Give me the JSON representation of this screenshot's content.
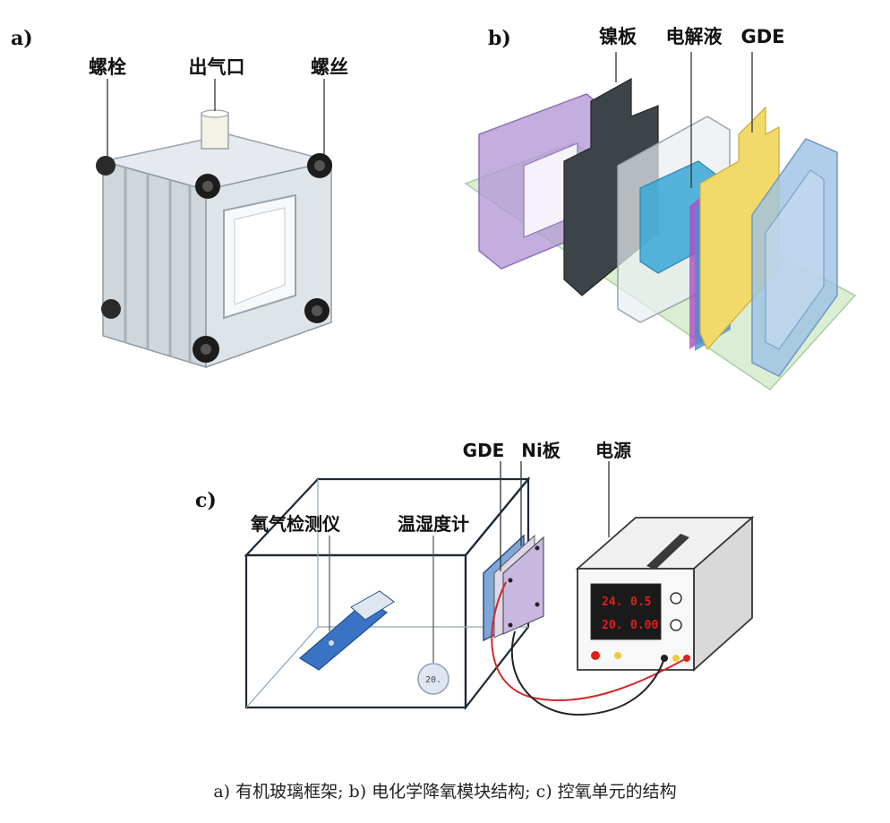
{
  "panel_a": {
    "tag": "a)",
    "labels": {
      "bolt": "螺栓",
      "outlet": "出气口",
      "screw": "螺丝"
    }
  },
  "panel_b": {
    "tag": "b)",
    "labels": {
      "nickel_plate": "镍板",
      "electrolyte": "电解液",
      "gde": "GDE"
    }
  },
  "panel_c": {
    "tag": "c)",
    "labels": {
      "gde": "GDE",
      "ni_plate": "Ni板",
      "power_supply": "电源",
      "oxygen_meter": "氧气检测仪",
      "hygrometer": "温湿度计"
    },
    "hygrometer_reading": "20.",
    "psu_displays": [
      "24.",
      "0.5",
      "20.",
      "0.00"
    ]
  },
  "caption": "a) 有机玻璃框架; b) 电化学降氧模块结构; c) 控氧单元的结构",
  "colors": {
    "frame_metal": "#c9d0d6",
    "purple_frame": "#b49ad6",
    "nickel_plate": "#3d4449",
    "electrolyte": "#3aa7d6",
    "gde_yellow": "#f2da6a",
    "blue_frame": "#9ec0e4",
    "base_green": "#cfe8c6",
    "psu_display": "#e0201a"
  }
}
